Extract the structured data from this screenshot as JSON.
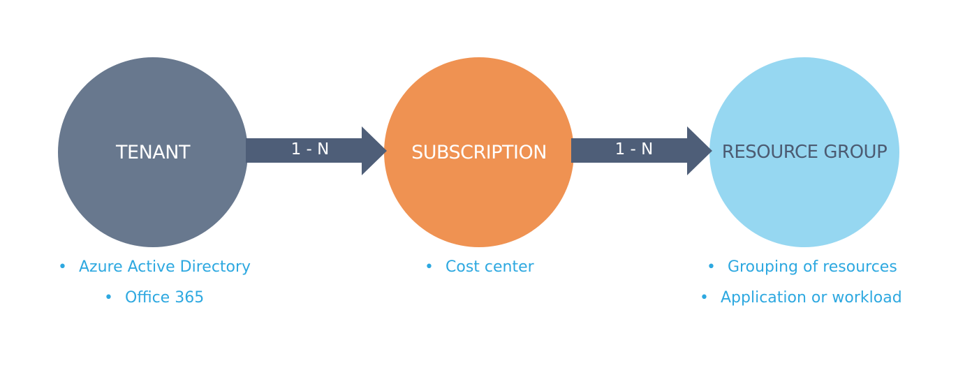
{
  "nodes": [
    {
      "label": "TENANT",
      "color": "#68788e",
      "bullets": [
        "Azure Active Directory",
        "Office 365"
      ]
    },
    {
      "label": "SUBSCRIPTION",
      "color": "#ef9252",
      "bullets": [
        "Cost center"
      ]
    },
    {
      "label": "RESOURCE GROUP",
      "color": "#96d7f1",
      "bullets": [
        "Grouping of resources",
        "Application or workload"
      ]
    }
  ],
  "edges": [
    {
      "label": "1 - N",
      "color": "#4e5e78"
    },
    {
      "label": "1 - N",
      "color": "#4e5e78"
    }
  ],
  "bullet_char": "•",
  "bullet_color": "#2da8e0"
}
